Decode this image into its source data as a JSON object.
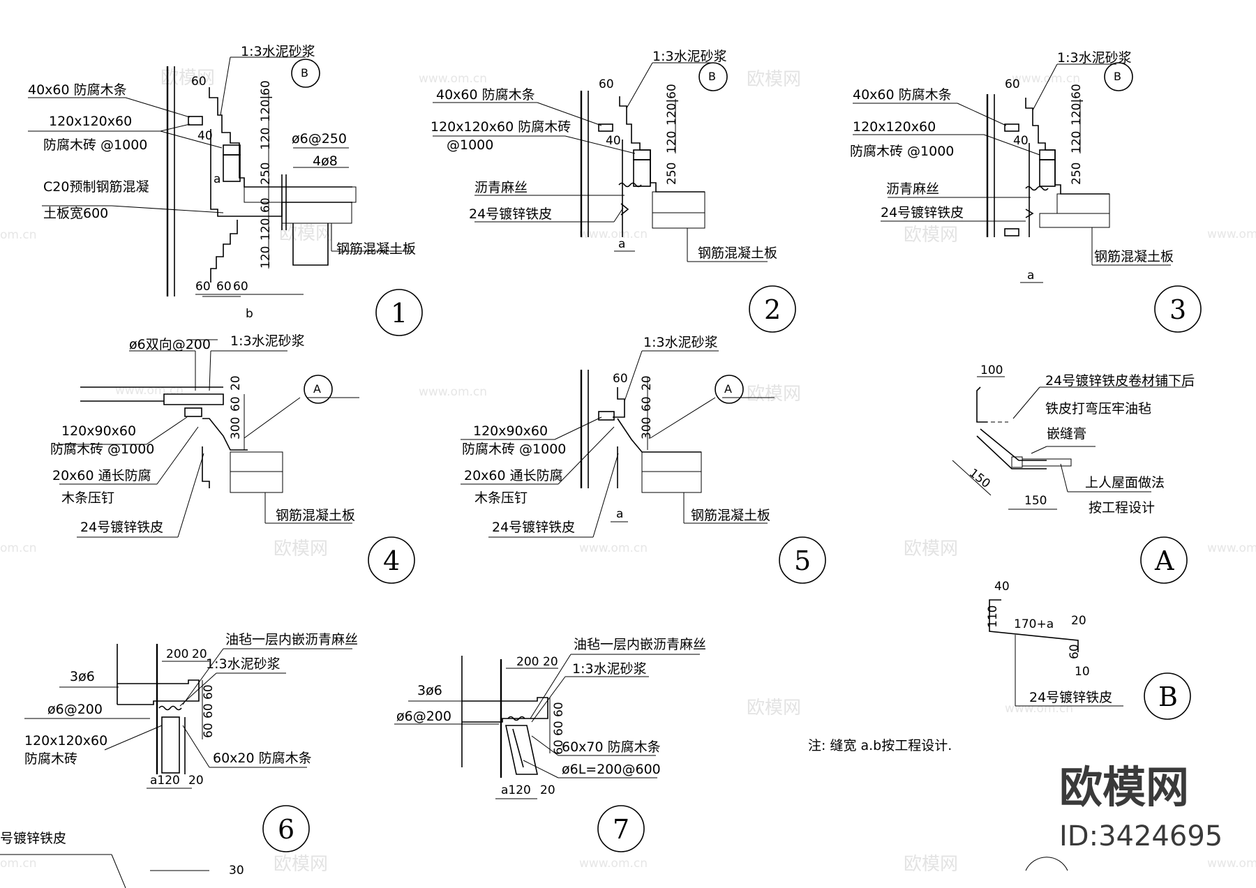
{
  "watermarks": {
    "site": "www.om.cn",
    "site_short": "om.cn",
    "brand_cn": "欧模网"
  },
  "brand": {
    "name": "欧模网",
    "id_text": "ID:3424695"
  },
  "note": "注: 缝宽 a.b按工程设计.",
  "details": {
    "d1": {
      "number": "1",
      "labels": {
        "mortar": "1:3水泥砂浆",
        "batten": "40x60 防腐木条",
        "brick_size": "120x120x60",
        "brick_name": "防腐木砖 @1000",
        "precast_1": "C20预制钢筋混凝",
        "precast_2": "土板宽600",
        "rebar_a": "ø6@250",
        "rebar_b": "4ø8",
        "slab": "钢筋混凝土板",
        "ref_B": "B"
      },
      "dims": {
        "d60_top": "60",
        "d40": "40",
        "d120_60": "120|60",
        "d120": "120",
        "d250": "250",
        "d60_mid": "60",
        "d120_mid": "120",
        "d120_low": "120",
        "da": "a",
        "d60_b1": "60",
        "d60_b2": "60",
        "d60_b3": "60",
        "db": "b"
      }
    },
    "d2": {
      "number": "2",
      "labels": {
        "mortar": "1:3水泥砂浆",
        "batten": "40x60 防腐木条",
        "brick": "120x120x60 防腐木砖",
        "spacing": "@1000",
        "hemp": "沥青麻丝",
        "sheet": "24号镀锌铁皮",
        "slab": "钢筋混凝土板",
        "ref_B": "B"
      },
      "dims": {
        "d60": "60",
        "d40": "40",
        "d120_60": "120|60",
        "d120": "120",
        "d250": "250",
        "da": "a"
      }
    },
    "d3": {
      "number": "3",
      "labels": {
        "mortar": "1:3水泥砂浆",
        "batten": "40x60 防腐木条",
        "brick_size": "120x120x60",
        "brick_name": "防腐木砖 @1000",
        "hemp": "沥青麻丝",
        "sheet": "24号镀锌铁皮",
        "slab": "钢筋混凝土板",
        "ref_B": "B"
      },
      "dims": {
        "d60": "60",
        "d40": "40",
        "d120_60": "120|60",
        "d120": "120",
        "d250": "250",
        "da": "a"
      }
    },
    "d4": {
      "number": "4",
      "labels": {
        "rebar": "ø6双向@200",
        "mortar": "1:3水泥砂浆",
        "brick_size": "120x90x60",
        "brick_name": "防腐木砖 @1000",
        "strip_1": "20x60 通长防腐",
        "strip_2": "木条压钉",
        "sheet": "24号镀锌铁皮",
        "slab": "钢筋混凝土板",
        "ref_A": "A"
      },
      "dims": {
        "d20": "20",
        "d60": "60",
        "d300": "300"
      }
    },
    "d5": {
      "number": "5",
      "labels": {
        "mortar": "1:3水泥砂浆",
        "brick_size": "120x90x60",
        "brick_name": "防腐木砖 @1000",
        "strip_1": "20x60 通长防腐",
        "strip_2": "木条压钉",
        "sheet": "24号镀锌铁皮",
        "slab": "钢筋混凝土板",
        "ref_A": "A"
      },
      "dims": {
        "d60": "60",
        "d20": "20",
        "d60b": "60",
        "d300": "300",
        "da": "a"
      }
    },
    "dA": {
      "number": "A",
      "labels": {
        "line1": "24号镀锌铁皮卷材铺下后",
        "line2": "铁皮打弯压牢油毡",
        "sealant": "嵌缝膏",
        "roof_1": "上人屋面做法",
        "roof_2": "按工程设计"
      },
      "dims": {
        "d100": "100",
        "d150_diag": "150",
        "d150": "150"
      }
    },
    "dB": {
      "number": "B",
      "labels": {
        "sheet": "24号镀锌铁皮"
      },
      "dims": {
        "d40": "40",
        "d110": "110",
        "d170a": "170+a",
        "d20": "20",
        "d60": "60",
        "d10": "10"
      }
    },
    "d6": {
      "number": "6",
      "labels": {
        "felt": "油毡一层内嵌沥青麻丝",
        "mortar": "1:3水泥砂浆",
        "bars": "3ø6",
        "rebar": "ø6@200",
        "brick_size": "120x120x60",
        "brick_name": "防腐木砖",
        "batten": "60x20 防腐木条"
      },
      "dims": {
        "d200": "200",
        "d20": "20",
        "d60a": "60",
        "d60b": "60",
        "d60c": "60",
        "da120": "a120",
        "d20b": "20"
      }
    },
    "d7": {
      "number": "7",
      "labels": {
        "felt": "油毡一层内嵌沥青麻丝",
        "mortar": "1:3水泥砂浆",
        "bars": "3ø6",
        "rebar": "ø6@200",
        "batten": "60x70 防腐木条",
        "anchor": "ø6L=200@600"
      },
      "dims": {
        "d200": "200",
        "d20": "20",
        "d60a": "60",
        "d60b": "60",
        "d60c": "60",
        "da120": "a120",
        "d20b": "20"
      }
    },
    "d8": {
      "labels": {
        "sheet_partial": "号镀锌铁皮"
      },
      "dims": {
        "d30": "30"
      }
    }
  }
}
